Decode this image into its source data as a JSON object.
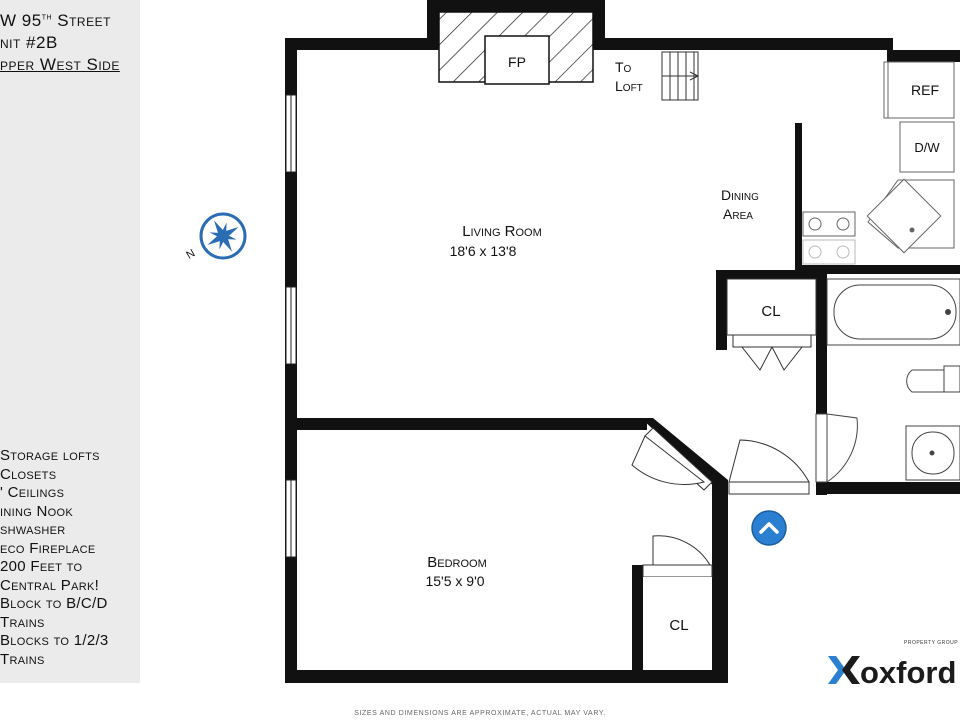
{
  "header": {
    "address_main": "W 95",
    "address_sup": "th",
    "address_tail": " Street",
    "unit": "nit #2B",
    "neighborhood": "pper West Side"
  },
  "features": [
    "Storage lofts",
    "Closets",
    "' Ceilings",
    "ining Nook",
    "shwasher",
    "eco Fireplace",
    "200 Feet to",
    "Central Park!",
    "Block to B/C/D",
    "Trains",
    "Blocks to 1/2/3",
    "Trains"
  ],
  "rooms": {
    "living_name": "Living Room",
    "living_dims": "18'6 x 13'8",
    "bedroom_name": "Bedroom",
    "bedroom_dims": "15'5 x 9'0",
    "dining_line1": "Dining",
    "dining_line2": "Area",
    "loft_line1": "To",
    "loft_line2": "Loft",
    "fireplace": "FP",
    "refrigerator": "REF",
    "dishwasher": "D/W",
    "closet_living": "CL",
    "closet_bedroom": "CL"
  },
  "compass": {
    "north_label": "N",
    "color": "#2a6db5"
  },
  "entry_marker_color": "#2a7fd0",
  "brand": {
    "name": "oxford",
    "subtitle": "PROPERTY GROUP",
    "color": "#1b1b1b",
    "accent": "#2a7fd0"
  },
  "footer": "Sizes and dimensions are approximate, actual may vary."
}
